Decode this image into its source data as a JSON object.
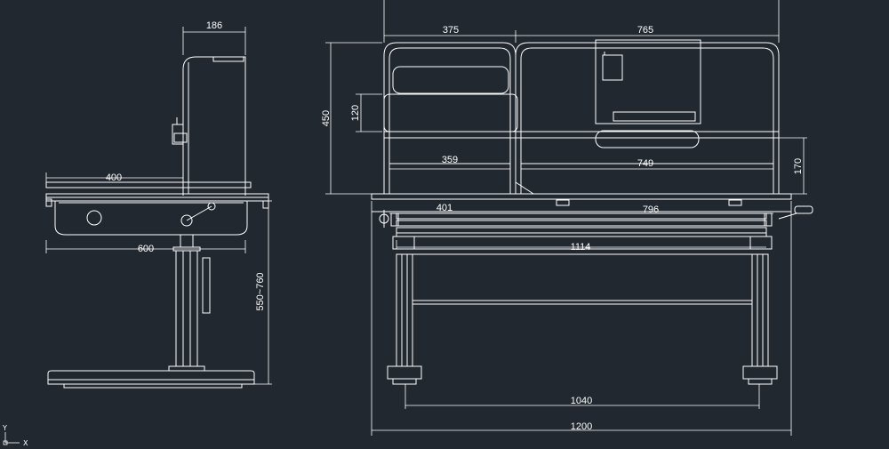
{
  "drawing": {
    "background": "#212830",
    "line_color": "#ffffff",
    "ucs": {
      "y_axis": "Y",
      "x_axis": "X"
    }
  },
  "dimensions": {
    "side_186": "186",
    "side_400": "400",
    "side_600": "600",
    "side_height": "550~760",
    "front_375": "375",
    "front_765": "765",
    "front_450": "450",
    "front_120": "120",
    "front_359": "359",
    "front_749": "749",
    "front_170": "170",
    "front_401": "401",
    "front_796": "796",
    "front_1114": "1114",
    "front_1040": "1040",
    "front_1200": "1200"
  }
}
